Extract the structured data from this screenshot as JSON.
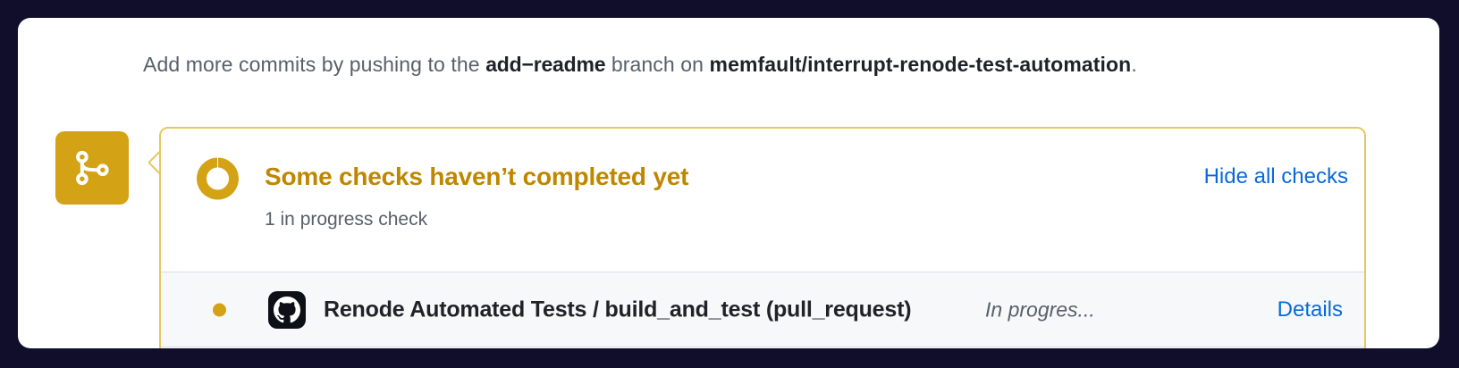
{
  "theme": {
    "page_background": "#110e2b",
    "card_background": "#ffffff",
    "accent_yellow": "#d4a215",
    "border_yellow": "#e4c85f",
    "link_blue": "#0969da",
    "warning_text": "#bf8700",
    "muted_text": "#57606a",
    "row_background": "#f6f8fa"
  },
  "commit_notice": {
    "lead": "Add more commits by pushing to the ",
    "branch": "add−readme",
    "middle": " branch on ",
    "repository": "memfault/interrupt-renode-test-automation",
    "period": "."
  },
  "status_avatar": {
    "icon": "git-pull-request-icon"
  },
  "checks": {
    "status_icon": "in-progress-ring-icon",
    "title": "Some checks haven’t completed yet",
    "subtitle": "1 in progress check",
    "hide_all_label": "Hide all checks",
    "rows": [
      {
        "dot_icon": "yellow-dot-icon",
        "provider_icon": "github-icon",
        "name": "Renode Automated Tests / build_and_test (pull_request)",
        "status": "In progres...",
        "details_label": "Details"
      }
    ]
  }
}
